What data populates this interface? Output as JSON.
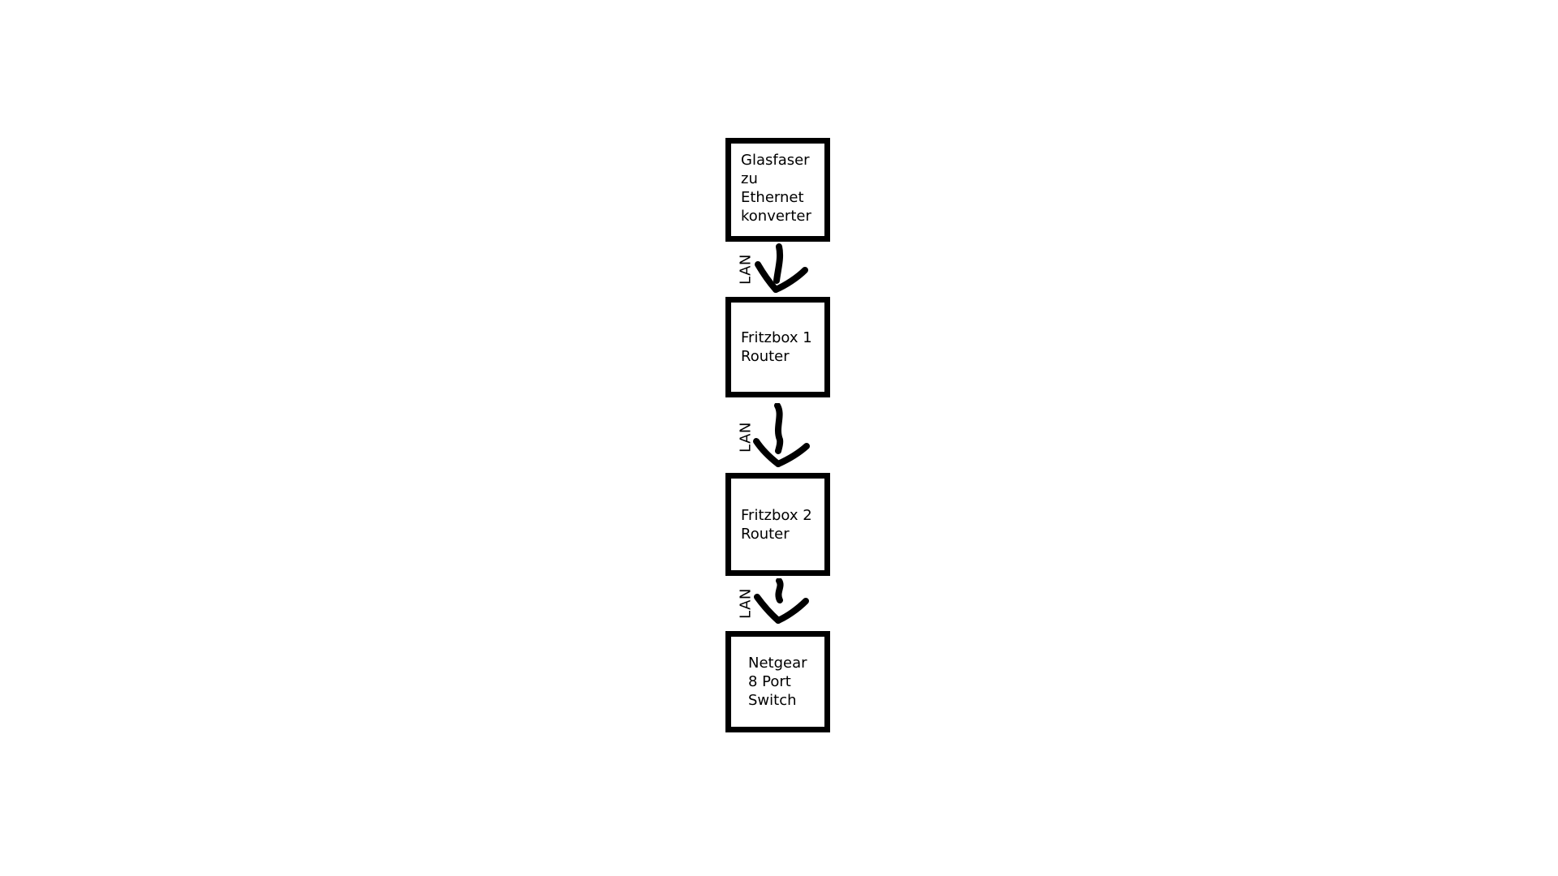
{
  "diagram": {
    "background_color": "#ffffff",
    "line_color": "#000000",
    "text_color": "#000000",
    "nodes": [
      {
        "id": "glasfaser-konverter",
        "label": "Glasfaser\nzu\nEthernet\nkonverter"
      },
      {
        "id": "fritzbox-1",
        "label": "Fritzbox 1\nRouter"
      },
      {
        "id": "fritzbox-2",
        "label": "Fritzbox 2\nRouter"
      },
      {
        "id": "netgear-switch",
        "label": "Netgear\n8 Port\nSwitch"
      }
    ],
    "connections": [
      {
        "from": "glasfaser-konverter",
        "to": "fritzbox-1",
        "label": "LAN",
        "direction": "down"
      },
      {
        "from": "fritzbox-1",
        "to": "fritzbox-2",
        "label": "LAN",
        "direction": "down"
      },
      {
        "from": "fritzbox-2",
        "to": "netgear-switch",
        "label": "LAN",
        "direction": "down"
      }
    ]
  }
}
